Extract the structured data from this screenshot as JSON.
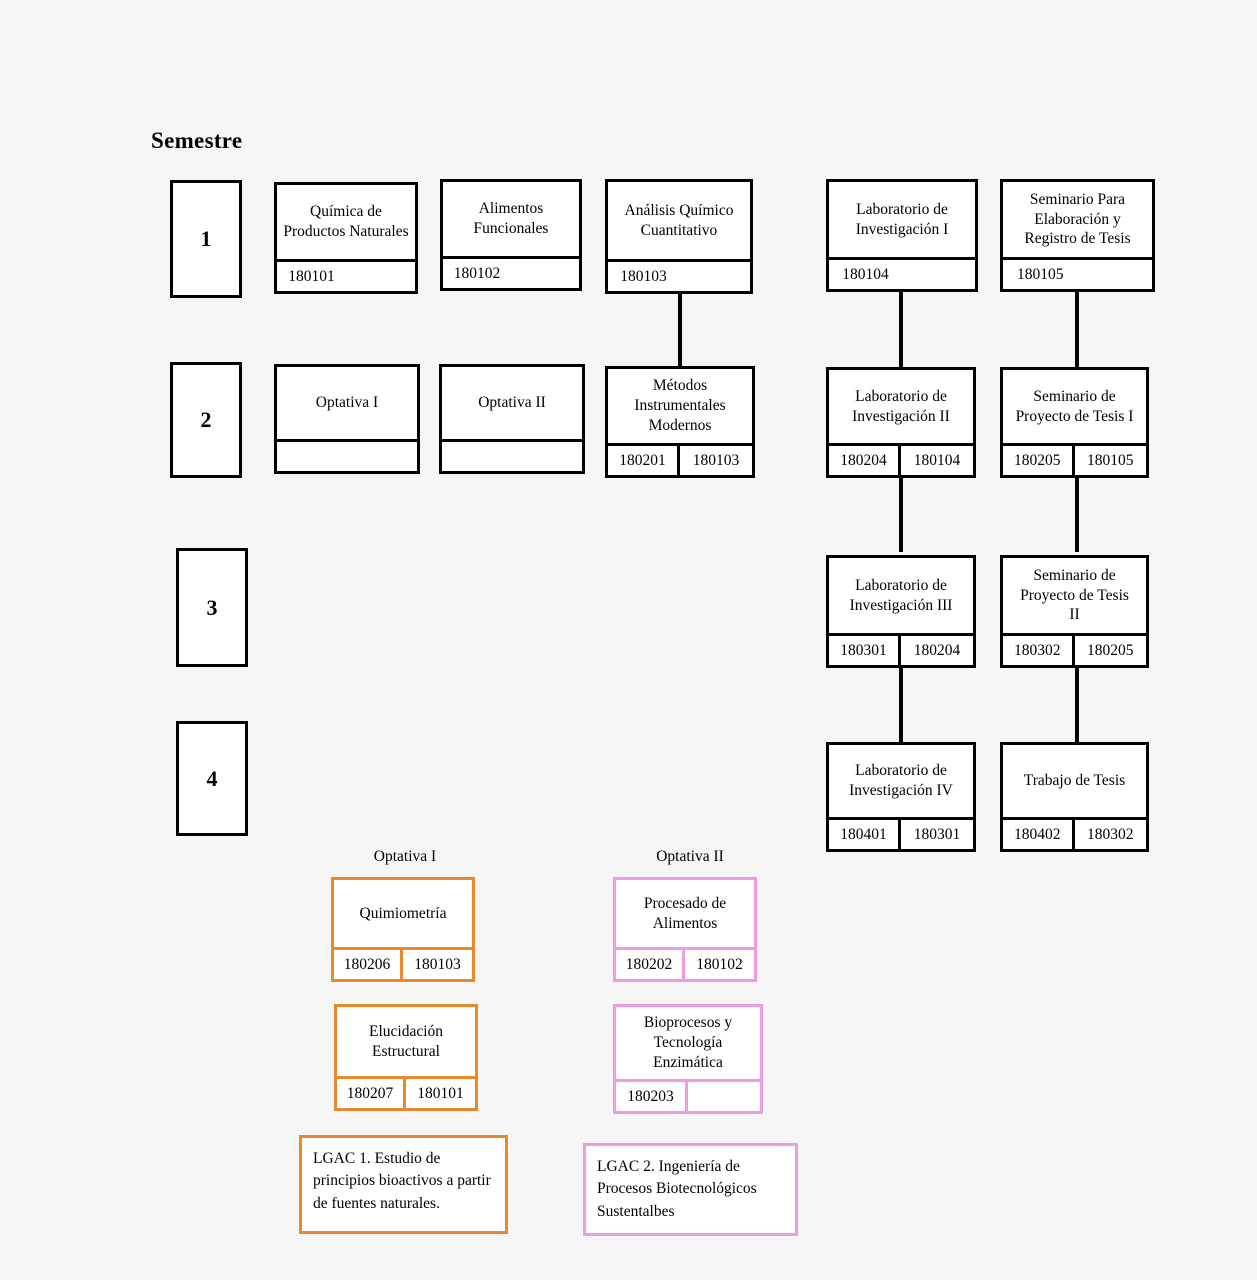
{
  "page": {
    "heading": "Semestre",
    "background_color": "#f6f6f6",
    "line_color": "#000000",
    "optativa1_color": "#e8892b",
    "optativa2_color": "#ee9be4"
  },
  "semesters": [
    {
      "label": "1"
    },
    {
      "label": "2"
    },
    {
      "label": "3"
    },
    {
      "label": "4"
    }
  ],
  "courses": {
    "quimica_productos_naturales": {
      "title": "Química de\nProductos Naturales",
      "code": "180101",
      "prereq": ""
    },
    "alimentos_funcionales": {
      "title": "Alimentos\nFuncionales",
      "code": "180102",
      "prereq": ""
    },
    "analisis_quimico_cuantitativo": {
      "title": "Análisis Químico\nCuantitativo",
      "code": "180103",
      "prereq": ""
    },
    "laboratorio_investigacion_1": {
      "title": "Laboratorio de\nInvestigación I",
      "code": "180104",
      "prereq": ""
    },
    "seminario_elaboracion_registro_tesis": {
      "title": "Seminario Para\nElaboración y\nRegistro de Tesis",
      "code": "180105",
      "prereq": ""
    },
    "optativa_1_slot": {
      "title": "Optativa I",
      "code": "",
      "prereq": ""
    },
    "optativa_2_slot": {
      "title": "Optativa II",
      "code": "",
      "prereq": ""
    },
    "metodos_instrumentales_modernos": {
      "title": "Métodos\nInstrumentales\nModernos",
      "code": "180201",
      "prereq": "180103"
    },
    "laboratorio_investigacion_2": {
      "title": "Laboratorio de\nInvestigación II",
      "code": "180204",
      "prereq": "180104"
    },
    "seminario_proyecto_tesis_1": {
      "title": "Seminario de\nProyecto de Tesis I",
      "code": "180205",
      "prereq": "180105"
    },
    "laboratorio_investigacion_3": {
      "title": "Laboratorio de\nInvestigación III",
      "code": "180301",
      "prereq": "180204"
    },
    "seminario_proyecto_tesis_2": {
      "title": "Seminario de\nProyecto de Tesis\nII",
      "code": "180302",
      "prereq": "180205"
    },
    "laboratorio_investigacion_4": {
      "title": "Laboratorio de\nInvestigación IV",
      "code": "180401",
      "prereq": "180301"
    },
    "trabajo_de_tesis": {
      "title": "Trabajo de Tesis",
      "code": "180402",
      "prereq": "180302"
    },
    "quimiometria": {
      "title": "Quimiometría",
      "code": "180206",
      "prereq": "180103"
    },
    "elucidacion_estructural": {
      "title": "Elucidación\nEstructural",
      "code": "180207",
      "prereq": "180101"
    },
    "procesado_alimentos": {
      "title": "Procesado de\nAlimentos",
      "code": "180202",
      "prereq": "180102"
    },
    "bioprocesos_tecnologia_enzimatica": {
      "title": "Bioprocesos y\nTecnología\nEnzimática",
      "code": "180203",
      "prereq": ""
    }
  },
  "group_labels": {
    "optativa_1": "Optativa I",
    "optativa_2": "Optativa II"
  },
  "legend": {
    "lgac1": "LGAC 1. Estudio de principios bioactivos a partir de fuentes naturales.",
    "lgac2": "LGAC 2. Ingeniería de Procesos Biotecnológicos Sustentalbes"
  }
}
